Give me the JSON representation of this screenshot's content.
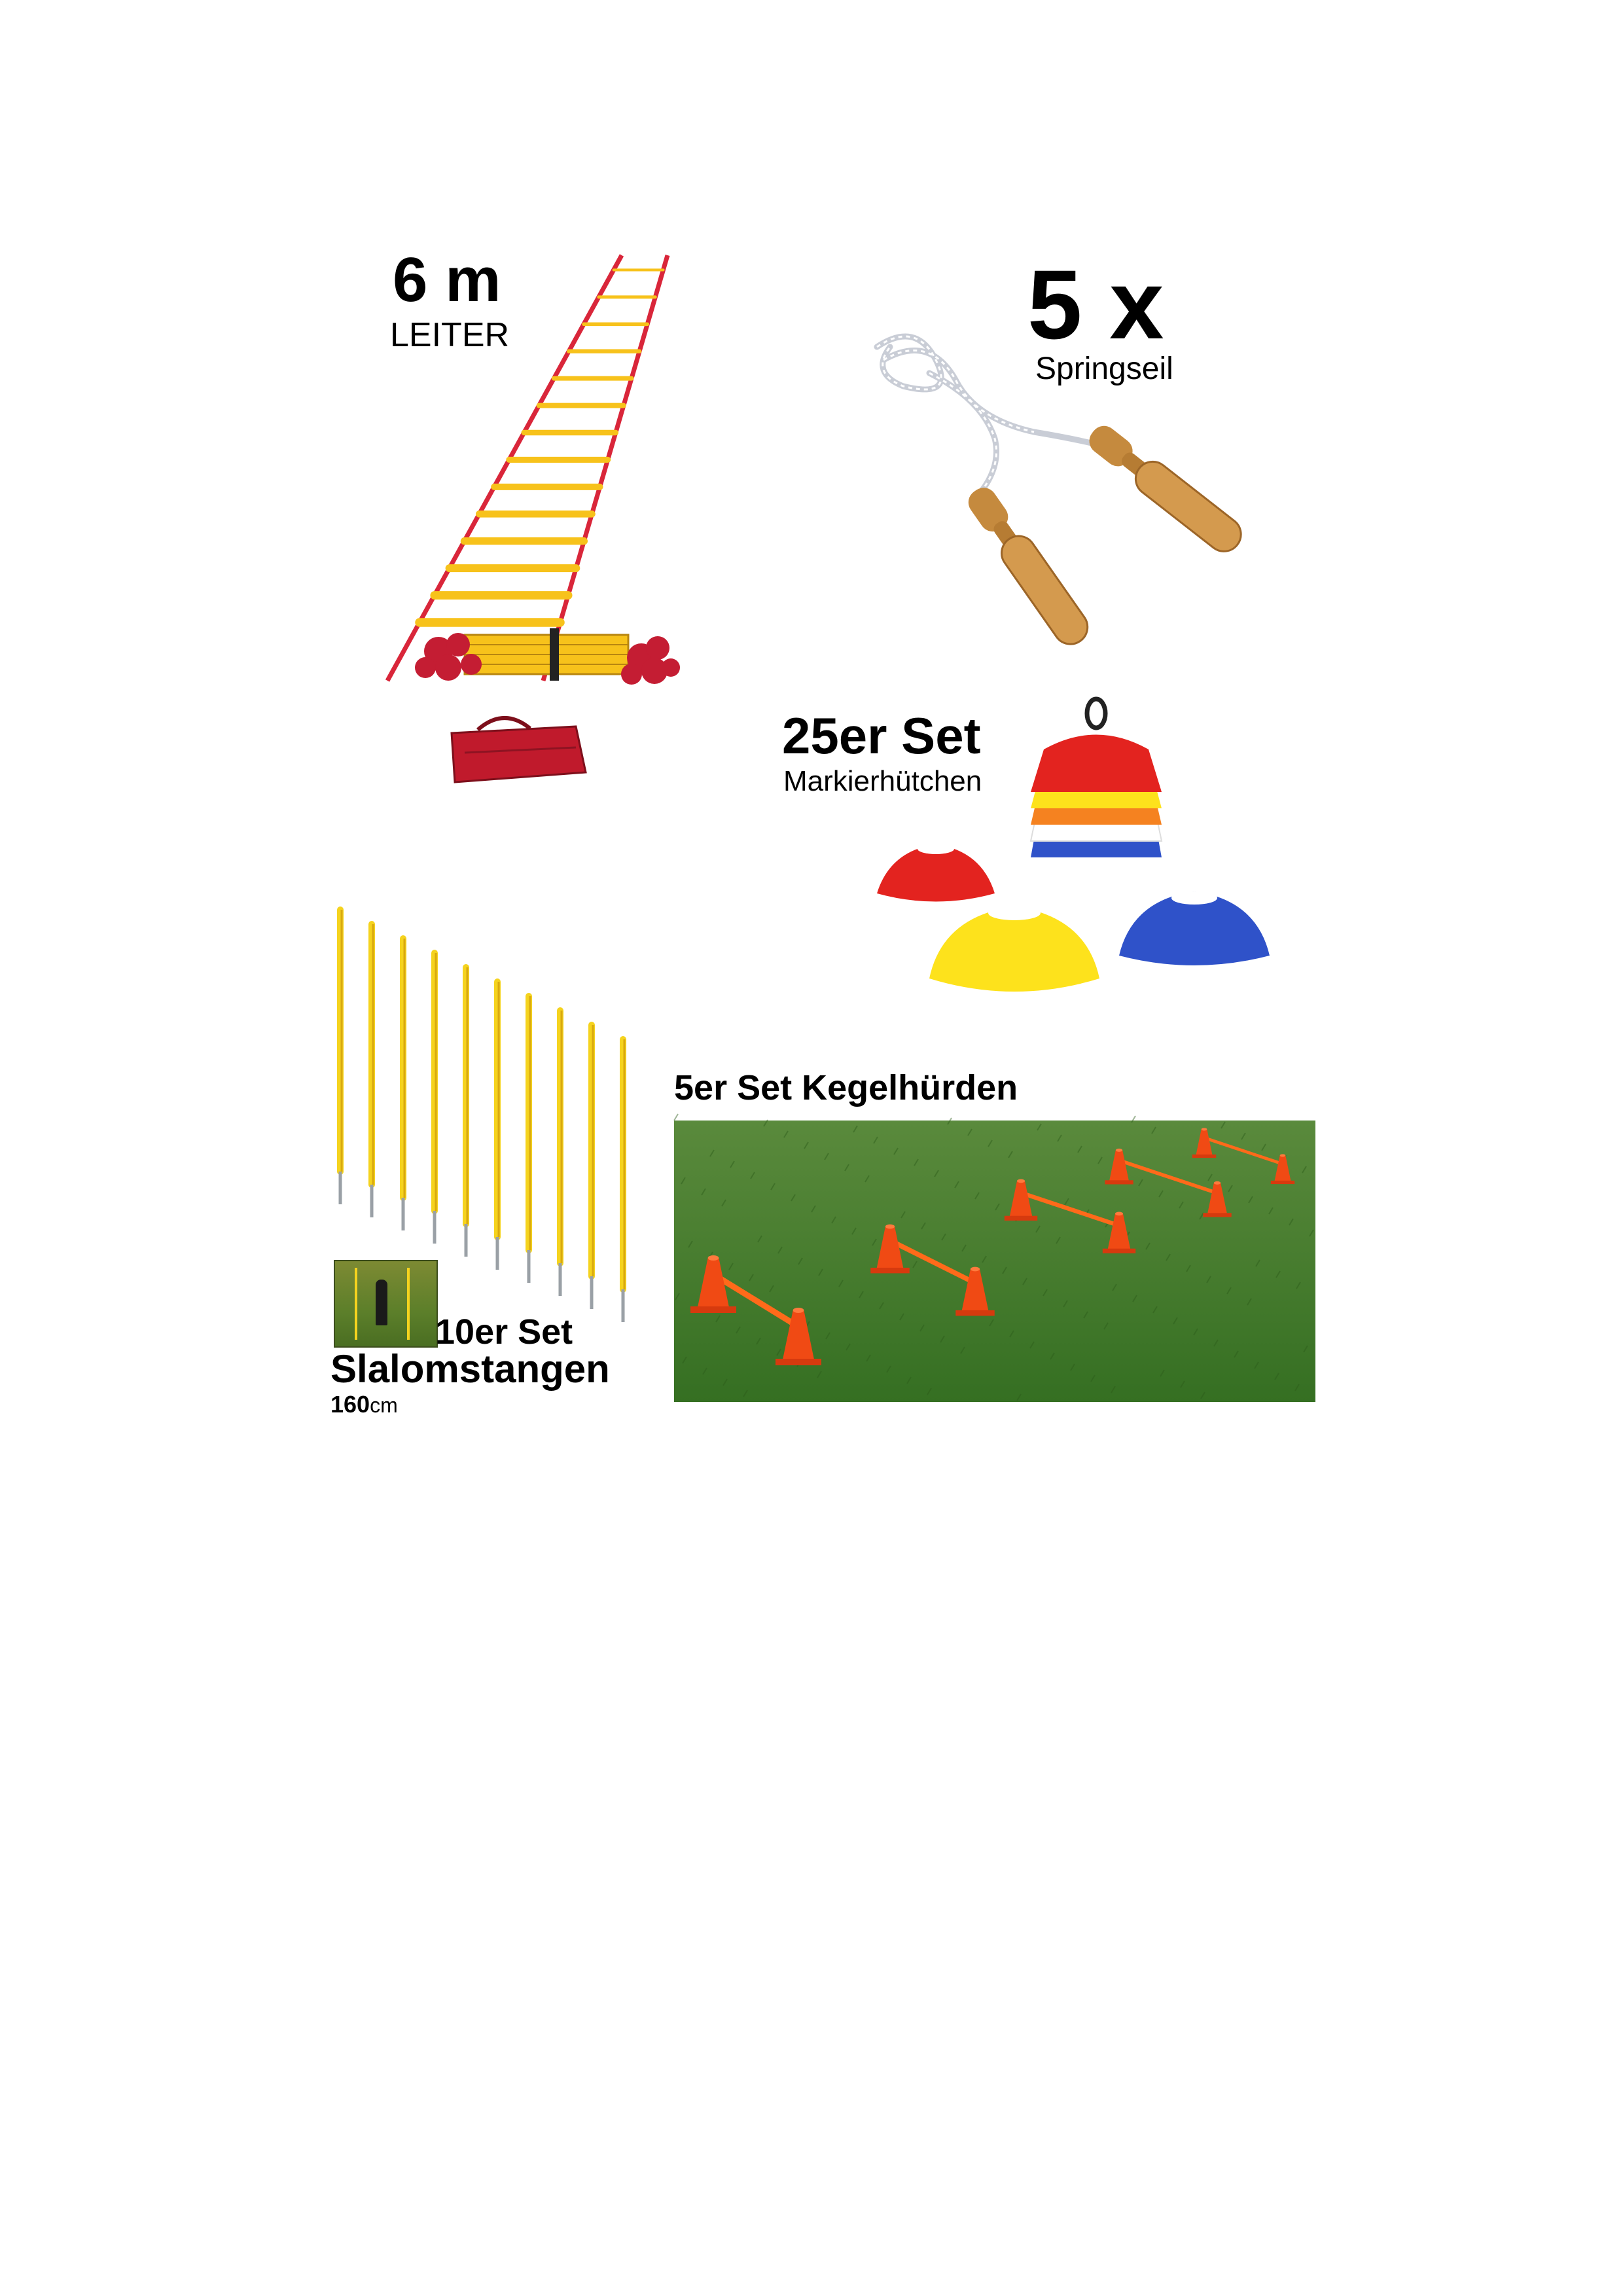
{
  "ladder": {
    "big": "6 m",
    "small": "LEITER"
  },
  "rope": {
    "big": "5 x",
    "small": "Springseil"
  },
  "cones": {
    "big": "25er Set",
    "small": "Markierhütchen"
  },
  "poles": {
    "line1": "10er Set",
    "line2": "Slalomstangen",
    "size_value": "160",
    "size_unit": "cm"
  },
  "hurdles": {
    "title": "5er Set Kegelhürden"
  },
  "colors": {
    "ladder_red": "#d9263a",
    "ladder_yellow": "#f7c21b",
    "rope_wood": "#c58a3e",
    "cone_red": "#e3231f",
    "cone_orange": "#f58220",
    "cone_yellow": "#fde21c",
    "cone_blue": "#2f52c9",
    "pole_yellow": "#f5d31e",
    "grass": "#3f7d2c",
    "hurdle_orange": "#f04a14"
  }
}
